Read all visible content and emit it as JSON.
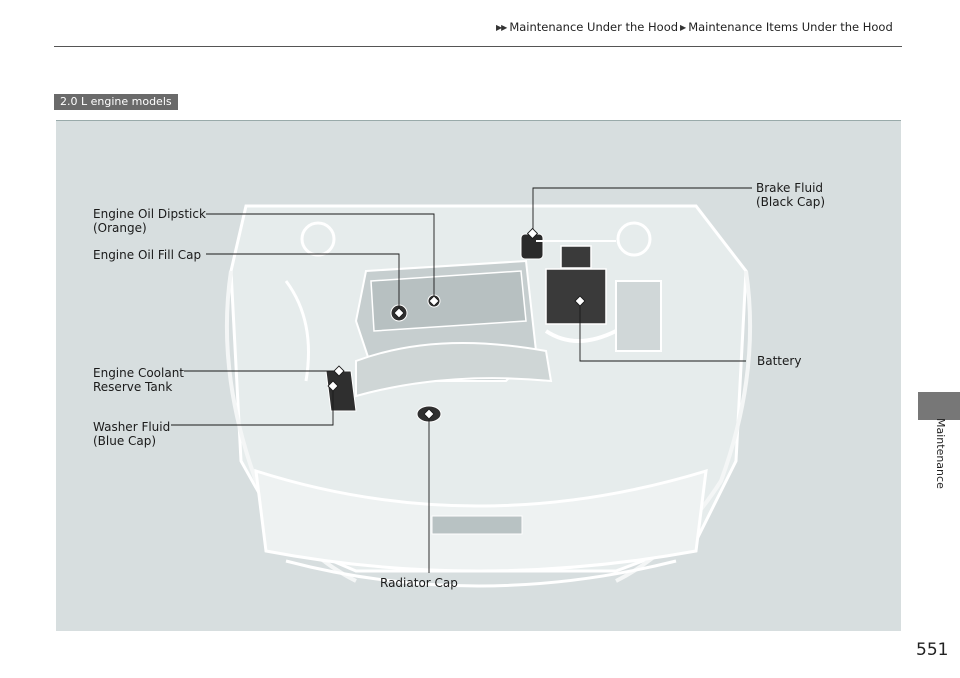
{
  "header": {
    "crumb1": "Maintenance Under the Hood",
    "crumb2": "Maintenance Items Under the Hood"
  },
  "section_tab": "Maintenance",
  "badge": "2.0 L engine models",
  "callouts": {
    "brake_fluid": [
      "Brake Fluid",
      "(Black Cap)"
    ],
    "engine_oil_dipstick": [
      "Engine Oil Dipstick",
      "(Orange)"
    ],
    "engine_oil_fill_cap": "Engine Oil Fill Cap",
    "battery": "Battery",
    "engine_coolant": [
      "Engine Coolant",
      "Reserve Tank"
    ],
    "washer_fluid": [
      "Washer Fluid",
      "(Blue Cap)"
    ],
    "radiator_cap": "Radiator Cap"
  },
  "page_number": "551",
  "colors": {
    "figure_bg": "#d7dedf",
    "tab": "#777777",
    "badge": "#6a6a6a"
  }
}
